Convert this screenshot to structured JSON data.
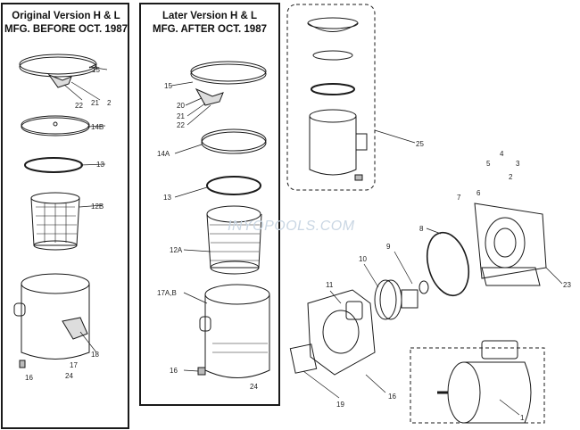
{
  "headers": {
    "original_line1": "Original Version H & L",
    "original_line2": "MFG. BEFORE OCT. 1987",
    "later_line1": "Later Version H & L",
    "later_line2": "MFG. AFTER OCT. 1987"
  },
  "watermark": "INYOPOOLS.COM",
  "labels": {
    "left_15": "15",
    "left_2": "2",
    "left_21": "21",
    "left_22": "22",
    "left_14": "14B",
    "left_13": "13",
    "left_12": "12B",
    "left_18": "18",
    "left_17": "17",
    "left_24": "24",
    "left_16": "16",
    "mid_15": "15",
    "mid_20": "20",
    "mid_21": "21",
    "mid_22": "22",
    "mid_14": "14A",
    "mid_13": "13",
    "mid_12": "12A",
    "mid_17": "17A,B",
    "mid_16": "16",
    "mid_24": "24",
    "r_25": "25",
    "r_4": "4",
    "r_5": "5",
    "r_3": "3",
    "r_2": "2",
    "r_6": "6",
    "r_7": "7",
    "r_8": "8",
    "r_9": "9",
    "r_10": "10",
    "r_11": "11",
    "r_23": "23",
    "r_19": "19",
    "r_16": "16",
    "r_1": "1"
  },
  "colors": {
    "ink": "#1a1a1a",
    "watermark": "#c9d6e3"
  }
}
